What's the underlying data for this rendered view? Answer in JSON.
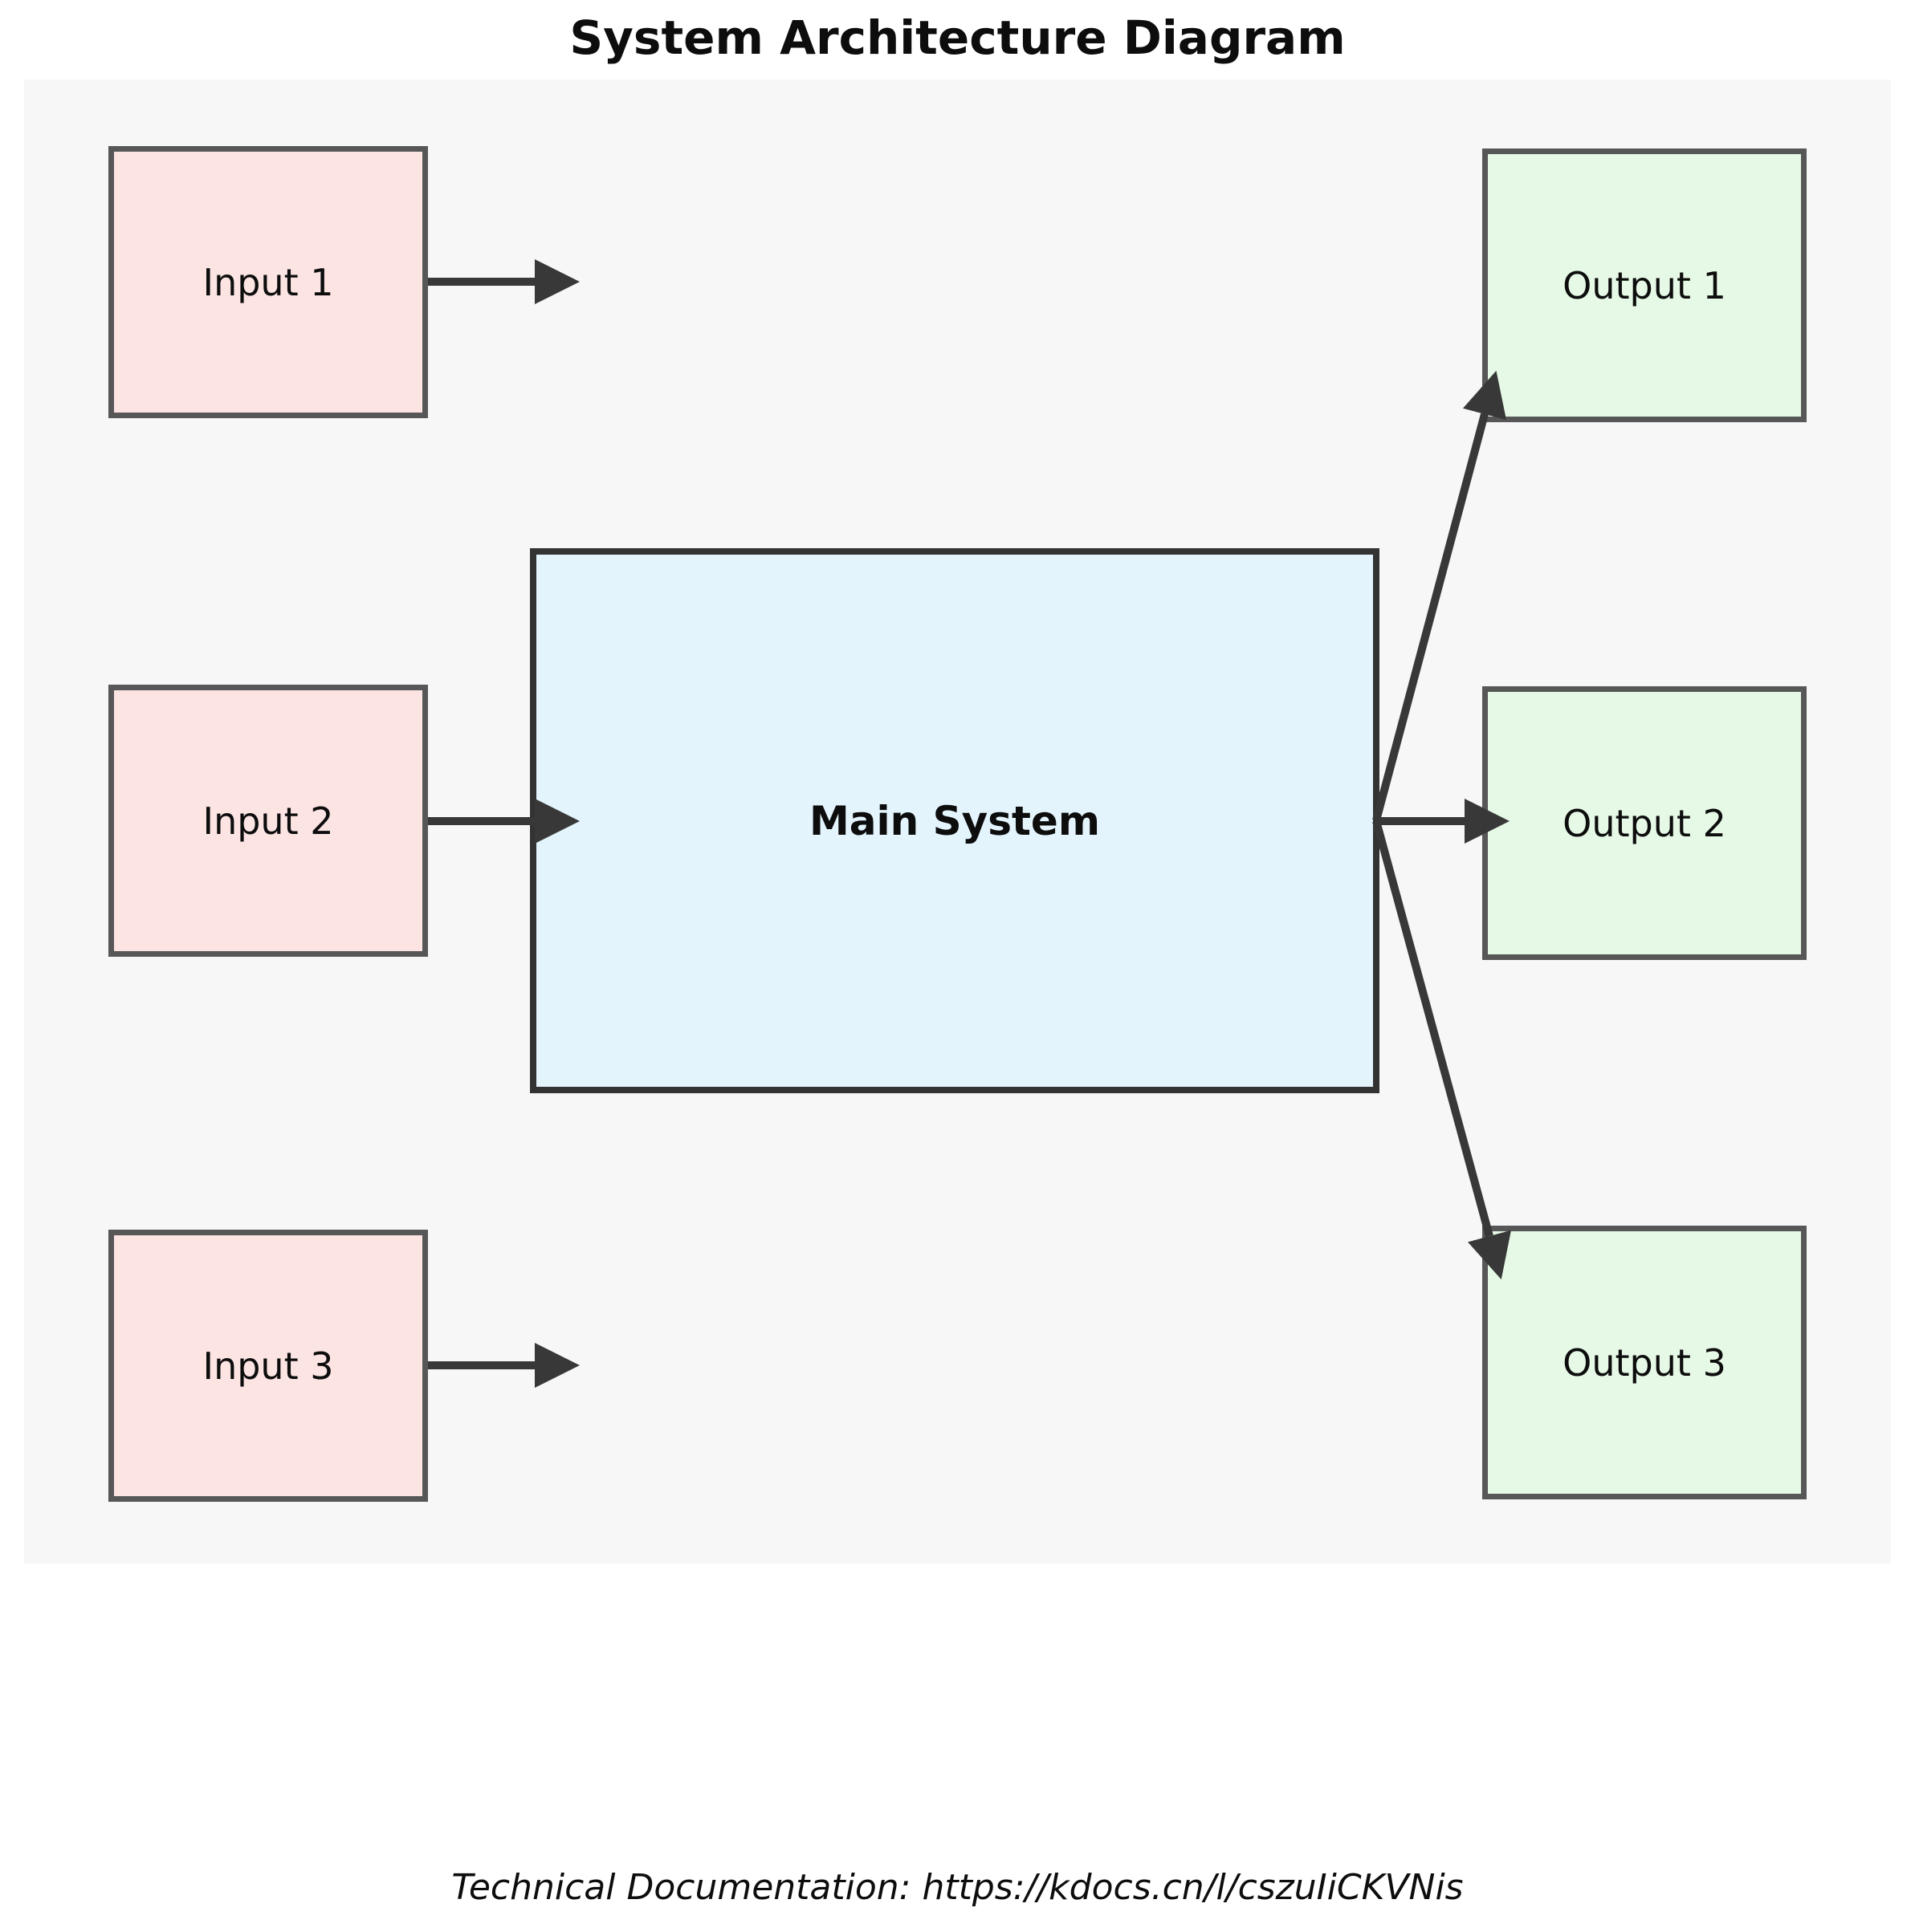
{
  "title": "System Architecture Diagram",
  "caption": "Technical Documentation: https://kdocs.cn/l/cszuIiCKVNis",
  "nodes": {
    "inputs": [
      {
        "label": "Input 1"
      },
      {
        "label": "Input 2"
      },
      {
        "label": "Input 3"
      }
    ],
    "main": {
      "label": "Main System"
    },
    "outputs": [
      {
        "label": "Output 1"
      },
      {
        "label": "Output 2"
      },
      {
        "label": "Output 3"
      }
    ]
  },
  "colors": {
    "page_bg": "#ffffff",
    "panel_bg": "#f7f7f7",
    "input_fill": "#fce4e3",
    "output_fill": "#e6f9e6",
    "main_fill": "#e4f4fd",
    "io_border": "#575757",
    "main_border": "#333333",
    "arrow": "#383838",
    "text": "#0d0d0d"
  }
}
